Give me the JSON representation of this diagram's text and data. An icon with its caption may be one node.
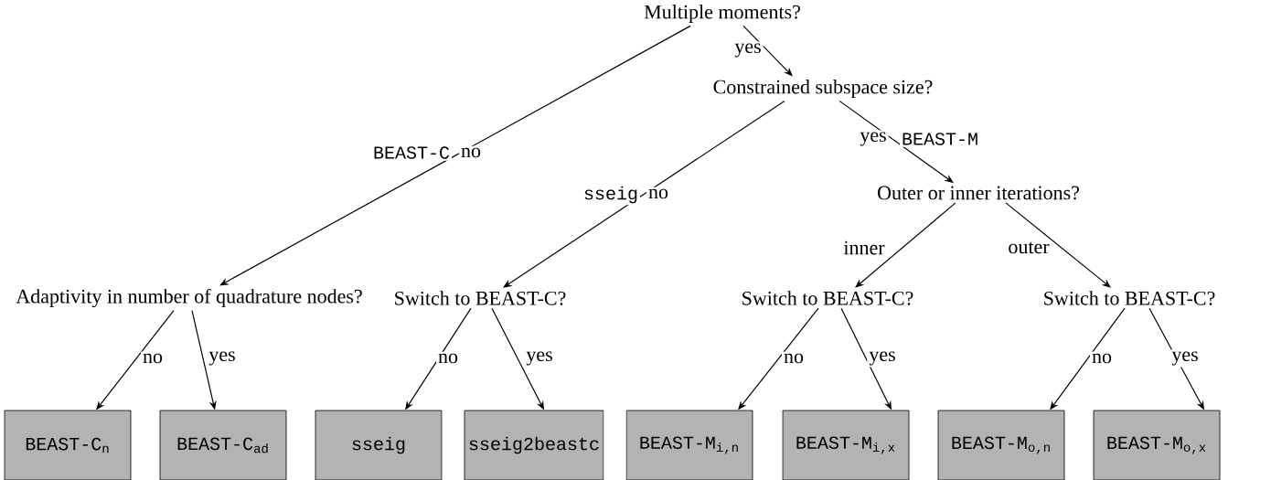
{
  "diagram": {
    "nodes": [
      {
        "text": [
          "Multiple moments?"
        ]
      },
      {
        "text": [
          "Constrained subspace size?"
        ]
      },
      {
        "text": [
          "Outer or inner iterations?"
        ]
      },
      {
        "text": [
          "Adaptivity in number of quadrature nodes?"
        ]
      },
      {
        "text": [
          "Switch to BEAST-C?"
        ]
      },
      {
        "text": [
          "Switch to BEAST-C?"
        ]
      },
      {
        "text": [
          "Switch to BEAST-C?"
        ]
      },
      {
        "text": [
          "BEAST-C$_{n}$"
        ]
      },
      {
        "text": [
          "BEAST-C$_{ad}$"
        ]
      },
      {
        "text": [
          "sseig"
        ]
      },
      {
        "text": [
          "sseig2beastc"
        ]
      },
      {
        "text": [
          "BEAST-M$_{i,n}$"
        ]
      },
      {
        "text": [
          "BEAST-M$_{i,x}$"
        ]
      },
      {
        "text": [
          "BEAST-M$_{o,n}$"
        ]
      },
      {
        "text": [
          "BEAST-M$_{o,x}$"
        ]
      }
    ],
    "edges": [
      {
        "from": 0,
        "to": 3,
        "arrow": "to",
        "label": "no"
      },
      {
        "from": 0,
        "to": 1,
        "arrow": "to",
        "label": "yes"
      },
      {
        "from": 1,
        "to": 4,
        "arrow": "to",
        "label": "no"
      },
      {
        "from": 1,
        "to": 2,
        "arrow": "to",
        "label": "yes"
      },
      {
        "from": 2,
        "to": 5,
        "arrow": "to",
        "label": "inner"
      },
      {
        "from": 2,
        "to": 6,
        "arrow": "to",
        "label": "outer"
      },
      {
        "from": 3,
        "to": 7,
        "arrow": "to",
        "label": "no"
      },
      {
        "from": 3,
        "to": 8,
        "arrow": "to",
        "label": "yes"
      },
      {
        "from": 4,
        "to": 9,
        "arrow": "to",
        "label": "no"
      },
      {
        "from": 4,
        "to": 10,
        "arrow": "to",
        "label": "yes"
      },
      {
        "from": 5,
        "to": 11,
        "arrow": "to",
        "label": "no"
      },
      {
        "from": 5,
        "to": 12,
        "arrow": "to",
        "label": "yes"
      },
      {
        "from": 6,
        "to": 13,
        "arrow": "to",
        "label": "no"
      },
      {
        "from": 6,
        "to": 14,
        "arrow": "to",
        "label": "yes"
      }
    ],
    "labels": [
      "BEAST-M",
      "BEAST-C",
      "sseig"
    ]
  }
}
